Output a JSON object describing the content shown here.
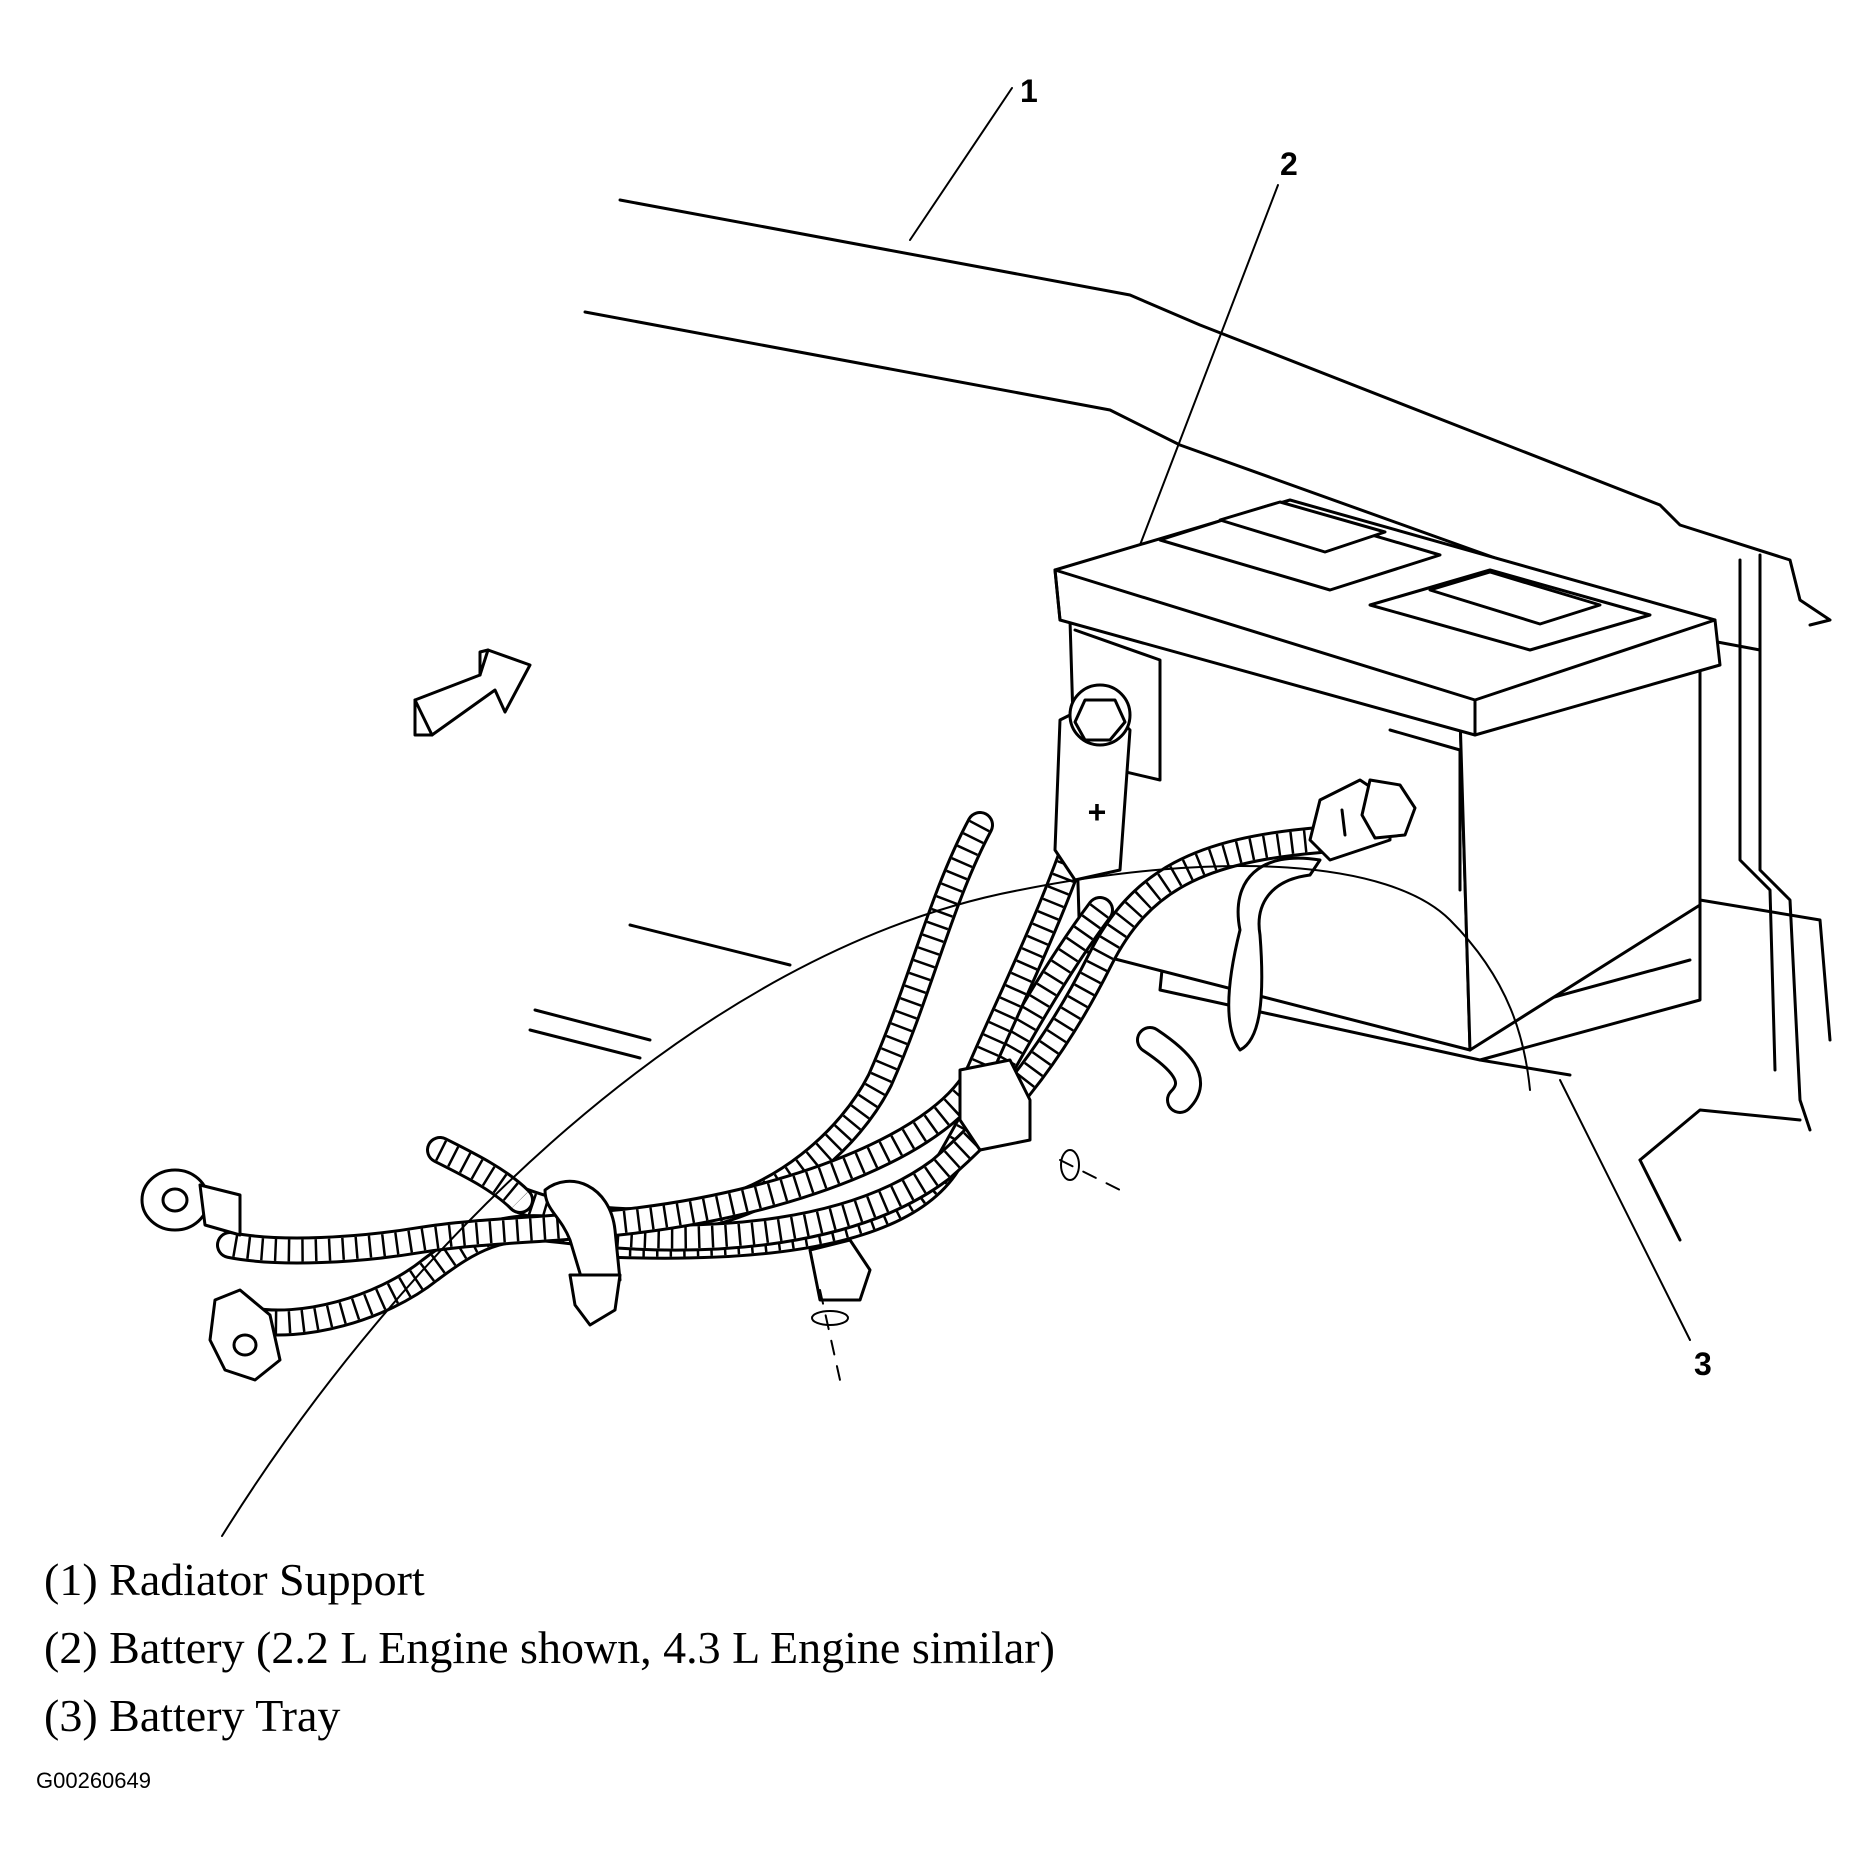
{
  "callouts": [
    {
      "number": "1"
    },
    {
      "number": "2"
    },
    {
      "number": "3"
    }
  ],
  "legend": [
    {
      "text": "(1) Radiator Support"
    },
    {
      "text": "(2) Battery (2.2 L Engine shown, 4.3 L Engine similar)"
    },
    {
      "text": "(3) Battery Tray"
    }
  ],
  "figure_id": "G00260649",
  "terminal_symbols": {
    "positive": "+"
  },
  "colors": {
    "ink": "#000000",
    "paper": "#ffffff"
  }
}
